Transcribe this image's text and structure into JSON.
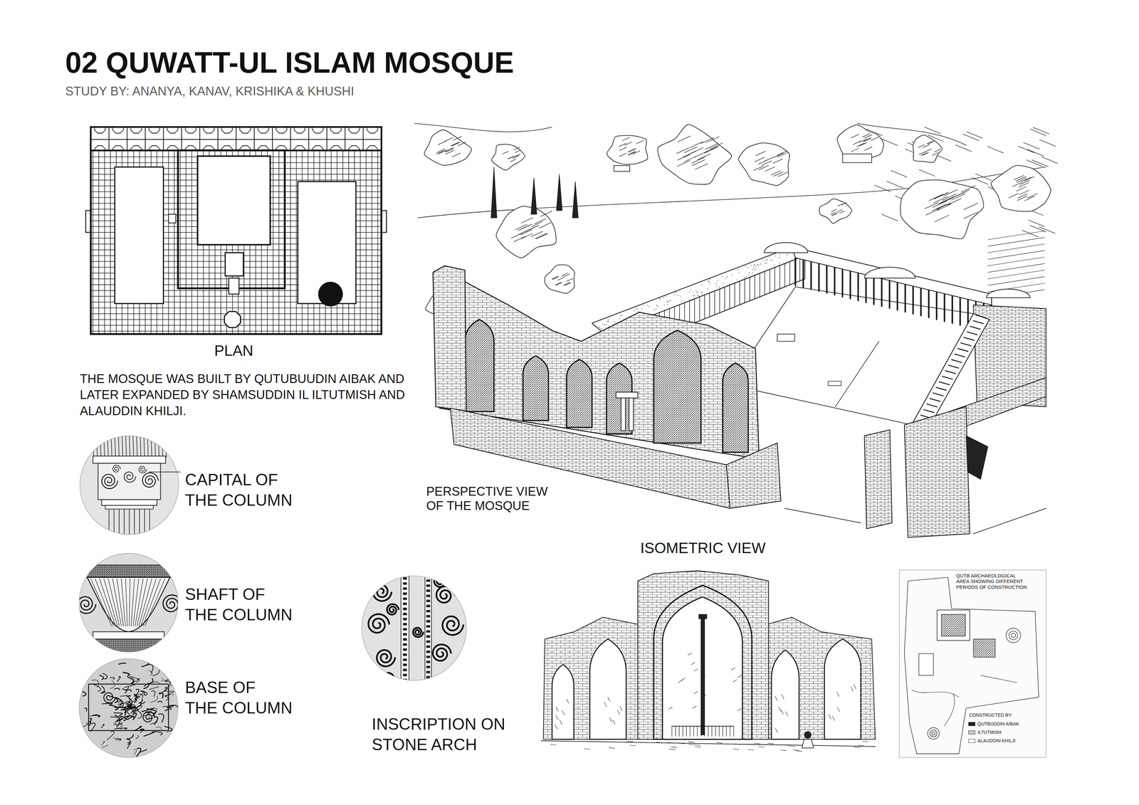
{
  "diagram": {
    "title": "02 QUWATT-UL ISLAM MOSQUE",
    "labels": [
      "STUDY BY: ANANYA, KANAV, KRISHIKA & KHUSHI",
      "PLAN",
      "THE MOSQUE WAS BUILT BY QUTUBUUDIN AIBAK AND LATER EXPANDED BY SHAMSUDDIN IL ILTUTMISH AND ALAUDDIN KHILJI.",
      "CAPITAL OF THE COLUMN",
      "SHAFT OF THE COLUMN",
      "BASE OF THE COLUMN",
      "INSCRIPTION ON STONE ARCH",
      "PERSPECTIVE VIEW OF THE MOSQUE",
      "ISOMETRIC VIEW",
      "QUTB ARCHAEOLOGICAL AREA SHOWING DIFFERENT PERIODS OF CONSTRUCTION",
      "CONSTRUCTED BY:"
    ],
    "legend": [
      {
        "text": "QUTBUDDIN AIBAK"
      },
      {
        "text": "ILTUTMISH"
      },
      {
        "text": "ALAUDDIN KHILJI"
      }
    ]
  }
}
